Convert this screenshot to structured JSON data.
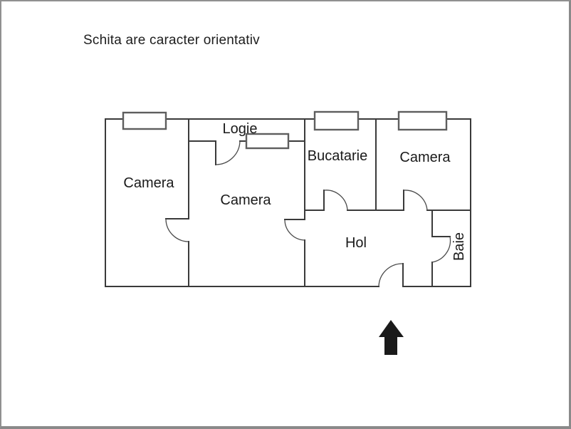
{
  "page": {
    "disclaimer": "Schita are caracter orientativ",
    "background_color": "#ffffff",
    "border_color": "#8a8a8a"
  },
  "floor_plan": {
    "wall_color": "#3a3a3a",
    "window_color": "#5e5e5e",
    "label_color": "#1a1a1a",
    "rooms": [
      {
        "id": "camera-left",
        "label": "Camera"
      },
      {
        "id": "logie",
        "label": "Logie"
      },
      {
        "id": "camera-middle",
        "label": "Camera"
      },
      {
        "id": "bucatarie",
        "label": "Bucatarie"
      },
      {
        "id": "camera-right",
        "label": "Camera"
      },
      {
        "id": "hol",
        "label": "Hol"
      },
      {
        "id": "baie",
        "label": "Baie"
      }
    ],
    "north_arrow": {
      "name": "north-arrow",
      "color": "#1a1a1a"
    }
  }
}
